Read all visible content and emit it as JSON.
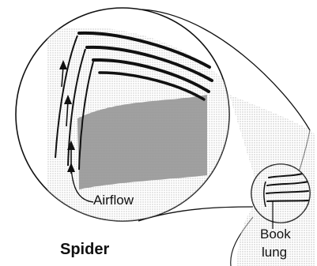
{
  "labels": {
    "airflow": "Airflow",
    "book": "Book",
    "lung": "lung",
    "organism": "Spider"
  },
  "colors": {
    "ink": "#111111",
    "stipple": "#8a8a8a"
  }
}
